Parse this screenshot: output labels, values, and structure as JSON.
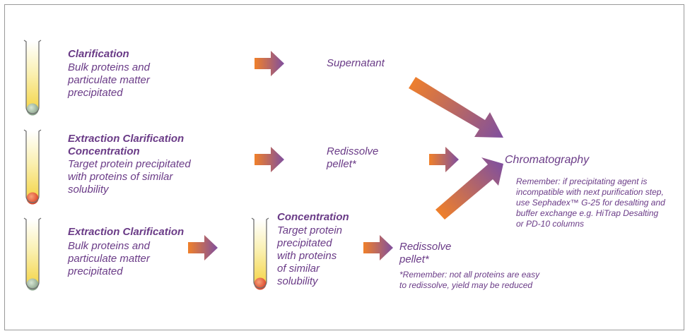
{
  "steps": {
    "clarification": {
      "title": "Clarification",
      "desc": "Bulk proteins and\nparticulate matter\nprecipitated"
    },
    "extraction1": {
      "title": "Extraction Clarification\nConcentration",
      "desc": "Target protein precipitated\nwith proteins of similar\nsolubility"
    },
    "extraction2": {
      "title": "Extraction Clarification",
      "desc": "Bulk proteins and\nparticulate matter\nprecipitated"
    },
    "concentration": {
      "title": "Concentration",
      "desc": "Target protein\nprecipitated\nwith proteins\nof similar\nsolubility"
    }
  },
  "outcomes": {
    "supernatant": "Supernatant",
    "redissolve_mid": "Redissolve\npellet*",
    "redissolve_bottom": "Redissolve\npellet*",
    "redissolve_note": "*Remember: not all proteins are easy\nto redissolve, yield may be reduced"
  },
  "chromatography": {
    "label": "Chromatography",
    "note": "Remember: if precipitating agent is\nincompatible with next purification step,\nuse Sephadex™ G-25 for desalting and\nbuffer exchange e.g. HiTrap Desalting\nor PD-10 columns"
  },
  "colors": {
    "text": "#6a3b87",
    "arrow_start": "#f0802a",
    "arrow_end": "#7f4f9f",
    "tube_liquid": "#f7dc58",
    "pellet_grey": "#8ea88e",
    "pellet_red": "#e0472b"
  }
}
